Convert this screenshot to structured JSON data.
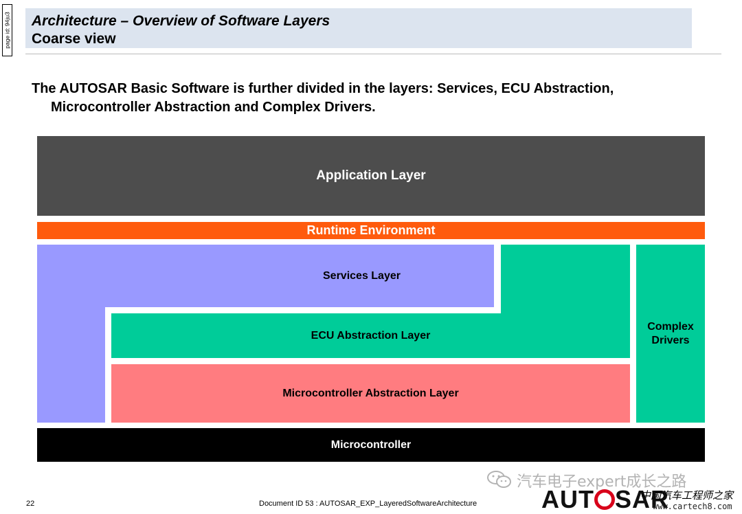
{
  "page_id": "page id: 94ju3",
  "header": {
    "title": "Architecture – Overview of Software Layers",
    "subtitle": "Coarse view"
  },
  "intro": {
    "line1": "The AUTOSAR Basic Software is further divided in the layers: Services, ECU Abstraction,",
    "line2": "Microcontroller Abstraction and Complex Drivers."
  },
  "diagram": {
    "application": "Application Layer",
    "rte": "Runtime Environment",
    "services": "Services Layer",
    "ecu_abstraction": "ECU Abstraction Layer",
    "mcal": "Microcontroller Abstraction Layer",
    "complex_drivers": "Complex Drivers",
    "microcontroller": "Microcontroller",
    "colors": {
      "application": "#4d4d4d",
      "rte": "#ff5b0d",
      "services": "#9999ff",
      "ecu_abstraction": "#00cc99",
      "mcal": "#ff7c80",
      "complex_drivers": "#00cc99",
      "microcontroller": "#000000"
    }
  },
  "footer": {
    "page_number": "22",
    "document": "Document ID 53 : AUTOSAR_EXP_LayeredSoftwareArchitecture",
    "logo_icon": "autosar-logo"
  },
  "watermark": {
    "icon": "wechat-icon",
    "text": "汽车电子expert成长之路",
    "site": "中国汽车工程师之家",
    "url": "www.cartech8.com"
  }
}
